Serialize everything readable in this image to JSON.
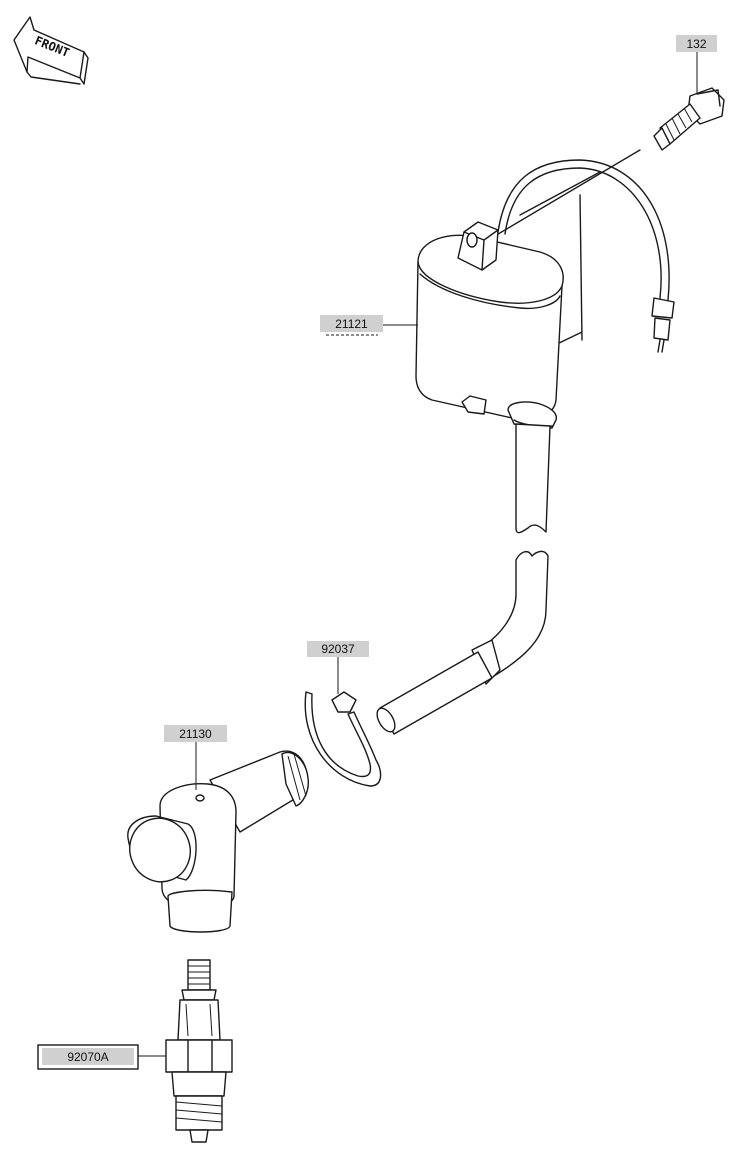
{
  "front_badge": {
    "text": "FRONT"
  },
  "callouts": [
    {
      "id": "132",
      "label": "132"
    },
    {
      "id": "21121",
      "label": "21121"
    },
    {
      "id": "92037",
      "label": "92037"
    },
    {
      "id": "21130",
      "label": "21130"
    },
    {
      "id": "92070A",
      "label": "92070A"
    }
  ],
  "colors": {
    "label_fill": "#d0d0d0",
    "line": "#1a1a1a",
    "background": "#ffffff"
  }
}
